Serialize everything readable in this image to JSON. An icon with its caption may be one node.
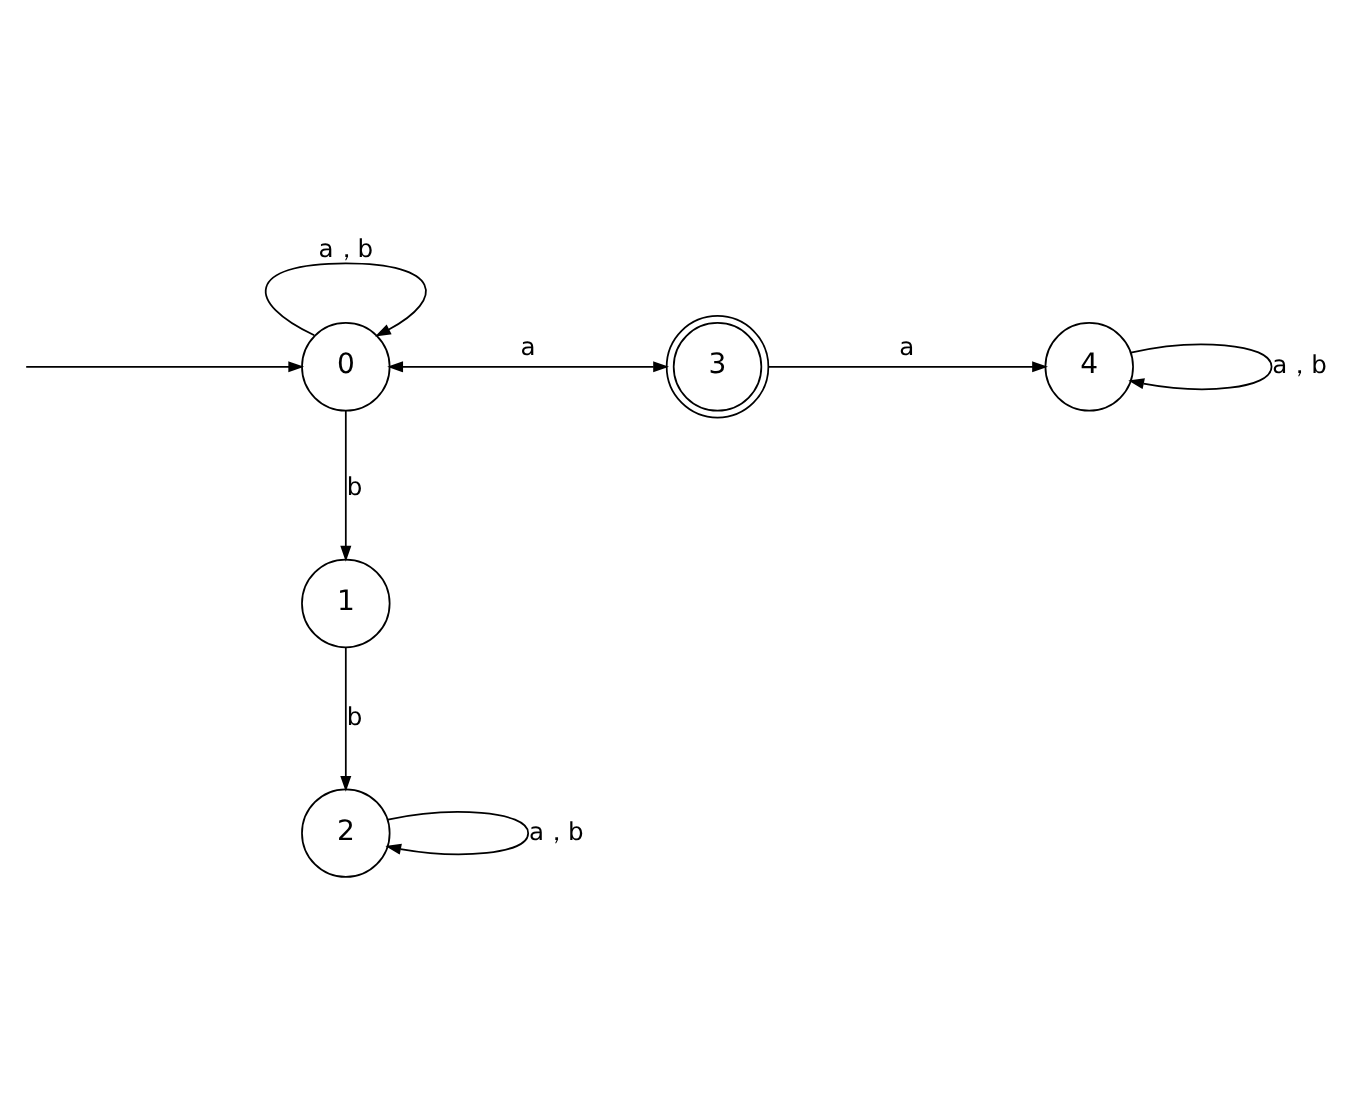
{
  "diagram": {
    "nodes": [
      {
        "text": [
          "0"
        ]
      },
      {
        "text": [
          "3"
        ]
      },
      {
        "text": [
          "4"
        ]
      },
      {
        "text": [
          "1"
        ]
      },
      {
        "text": [
          "2"
        ]
      }
    ],
    "edges": [
      {
        "from": null,
        "to": 0,
        "arrow": "to"
      },
      {
        "from": 0,
        "to": 0,
        "arrow": "to",
        "label": "a，b"
      },
      {
        "from": 0,
        "to": 1,
        "arrow": "both",
        "label": "a"
      },
      {
        "from": 1,
        "to": 2,
        "arrow": "to",
        "label": "a"
      },
      {
        "from": 2,
        "to": 2,
        "arrow": "to",
        "label": "a，b"
      },
      {
        "from": 0,
        "to": 3,
        "arrow": "to",
        "label": "b"
      },
      {
        "from": 3,
        "to": 4,
        "arrow": "to",
        "label": "b"
      },
      {
        "from": 4,
        "to": 4,
        "arrow": "to",
        "label": "a，b"
      }
    ]
  }
}
